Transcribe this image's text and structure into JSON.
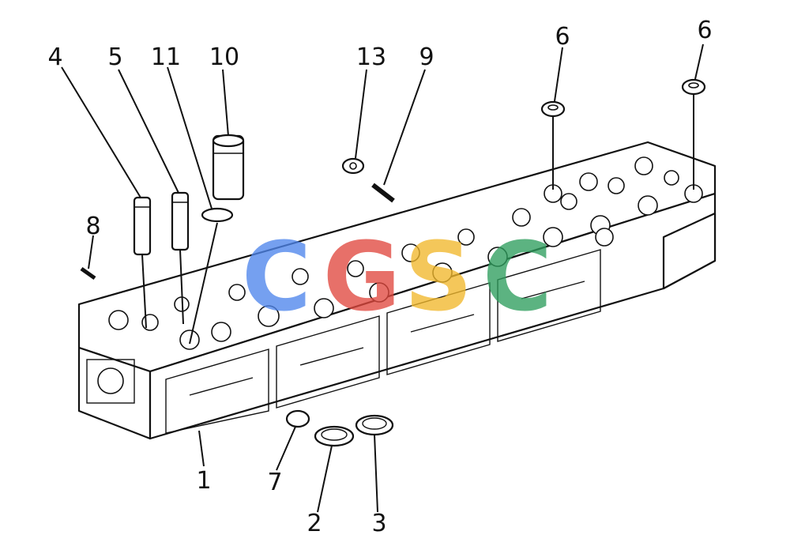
{
  "callouts": {
    "c1": "1",
    "c2": "2",
    "c3": "3",
    "c4": "4",
    "c5": "5",
    "c6a": "6",
    "c6b": "6",
    "c7": "7",
    "c8": "8",
    "c9": "9",
    "c10": "10",
    "c11": "11",
    "c13": "13"
  },
  "watermark": {
    "letters": [
      "C",
      "G",
      "S",
      "C"
    ],
    "colors": [
      "#4f86ec",
      "#e1493f",
      "#f1b82c",
      "#2f9e5e"
    ]
  }
}
